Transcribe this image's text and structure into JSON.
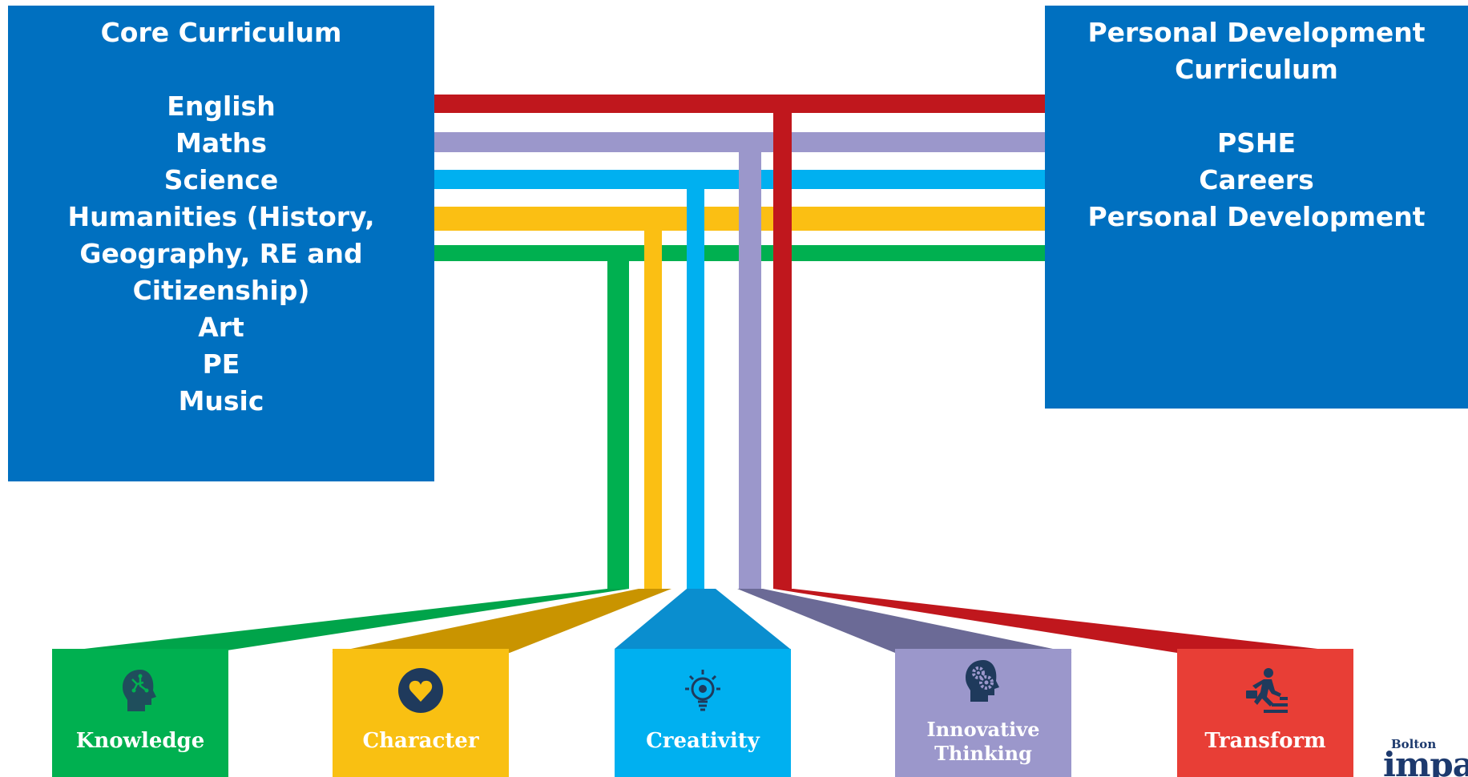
{
  "core": {
    "title": "Core Curriculum",
    "items": [
      "English",
      "Maths",
      "Science",
      "Humanities (History,",
      "Geography, RE  and",
      "Citizenship)",
      "Art",
      "PE",
      "Music"
    ]
  },
  "personal": {
    "title_line1": "Personal Development",
    "title_line2": "Curriculum",
    "items": [
      "PSHE",
      "Careers",
      "Personal Development"
    ]
  },
  "pillars": {
    "knowledge": "Knowledge",
    "character": "Character",
    "creativity": "Creativity",
    "innovative_line1": "Innovative",
    "innovative_line2": "Thinking",
    "transform": "Transform"
  },
  "colors": {
    "red": "#c0171d",
    "purple": "#9b97cb",
    "cyan": "#00b0f0",
    "yellow": "#fbbf13",
    "green": "#00b050",
    "blue_box": "#0070c0"
  },
  "icons": {
    "knowledge": "brain-head-icon",
    "character": "heart-circle-icon",
    "creativity": "lightbulb-icon",
    "innovative": "gears-head-icon",
    "transform": "runner-steps-icon"
  },
  "logo": {
    "line1": "Bolton",
    "line2": "impac"
  }
}
